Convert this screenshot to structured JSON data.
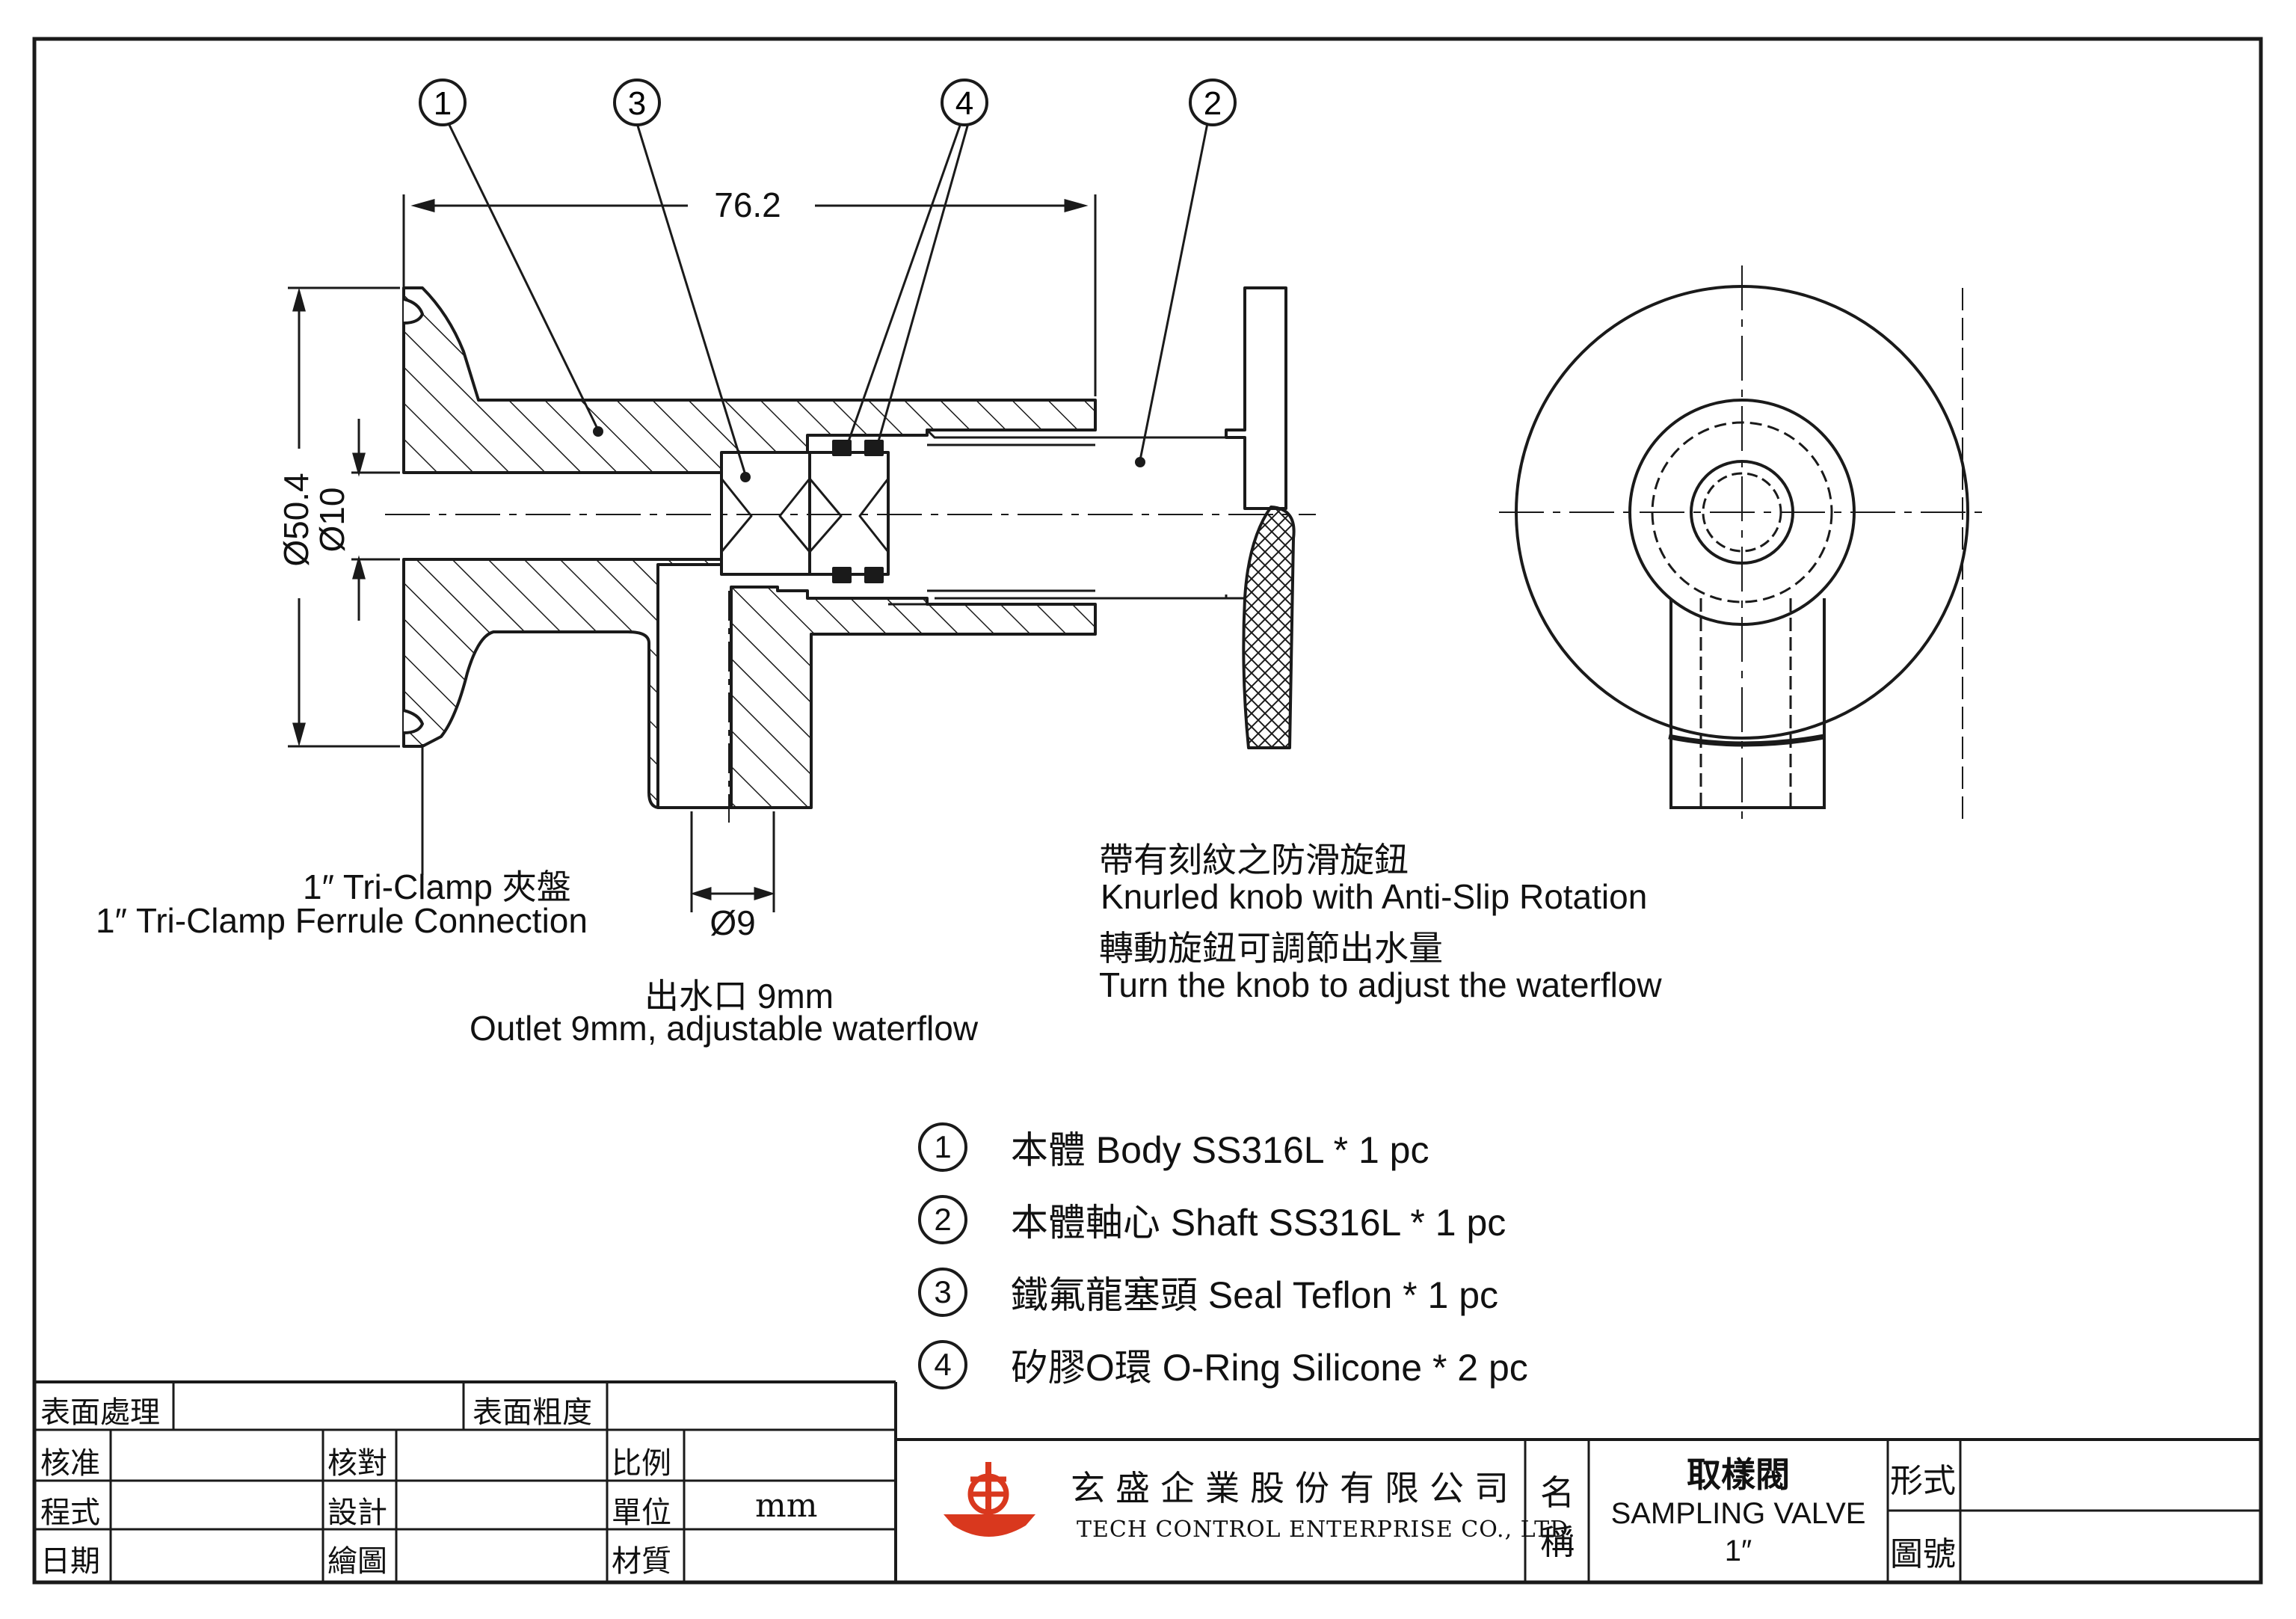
{
  "drawing": {
    "balloons": [
      "1",
      "3",
      "4",
      "2"
    ],
    "dimensions": {
      "length": "76.2",
      "clamp_dia": "Ø50.4",
      "bore_dia": "Ø10",
      "outlet_dia": "Ø9"
    }
  },
  "callouts": {
    "clamp_zh": "1″ Tri-Clamp 夾盤",
    "clamp_en": "1″ Tri-Clamp Ferrule Connection",
    "outlet_zh": "出水口 9mm",
    "outlet_en": "Outlet 9mm, adjustable waterflow",
    "knob_zh": "帶有刻紋之防滑旋鈕",
    "knob_en": "Knurled knob  with  Anti-Slip Rotation",
    "turn_zh": "轉動旋鈕可調節出水量",
    "turn_en": "Turn the knob to adjust the waterflow"
  },
  "parts": [
    {
      "num": "1",
      "text": "本體  Body  SS316L  * 1 pc"
    },
    {
      "num": "2",
      "text": "本體軸心  Shaft  SS316L  * 1 pc"
    },
    {
      "num": "3",
      "text": "鐵氟龍塞頭  Seal  Teflon  * 1 pc"
    },
    {
      "num": "4",
      "text": "矽膠O環  O-Ring  Silicone  * 2 pc"
    }
  ],
  "title_block": {
    "surface_treatment": "表面處理",
    "surface_roughness": "表面粗度",
    "approve": "核准",
    "check": "核對",
    "scale": "比例",
    "process": "程式",
    "design": "設計",
    "unit": "單位",
    "unit_value": "mm",
    "date": "日期",
    "draw": "繪圖",
    "material": "材質",
    "company_zh": "玄盛企業股份有限公司",
    "company_en": "TECH CONTROL ENTERPRISE CO., LTD.",
    "name_label_1": "名",
    "name_label_2": "稱",
    "product_zh": "取樣閥",
    "product_en": "SAMPLING VALVE",
    "product_size": "1″",
    "form": "形式",
    "drawing_no": "圖號"
  },
  "colors": {
    "line": "#1a1a1a",
    "logo": "#d9381e"
  }
}
